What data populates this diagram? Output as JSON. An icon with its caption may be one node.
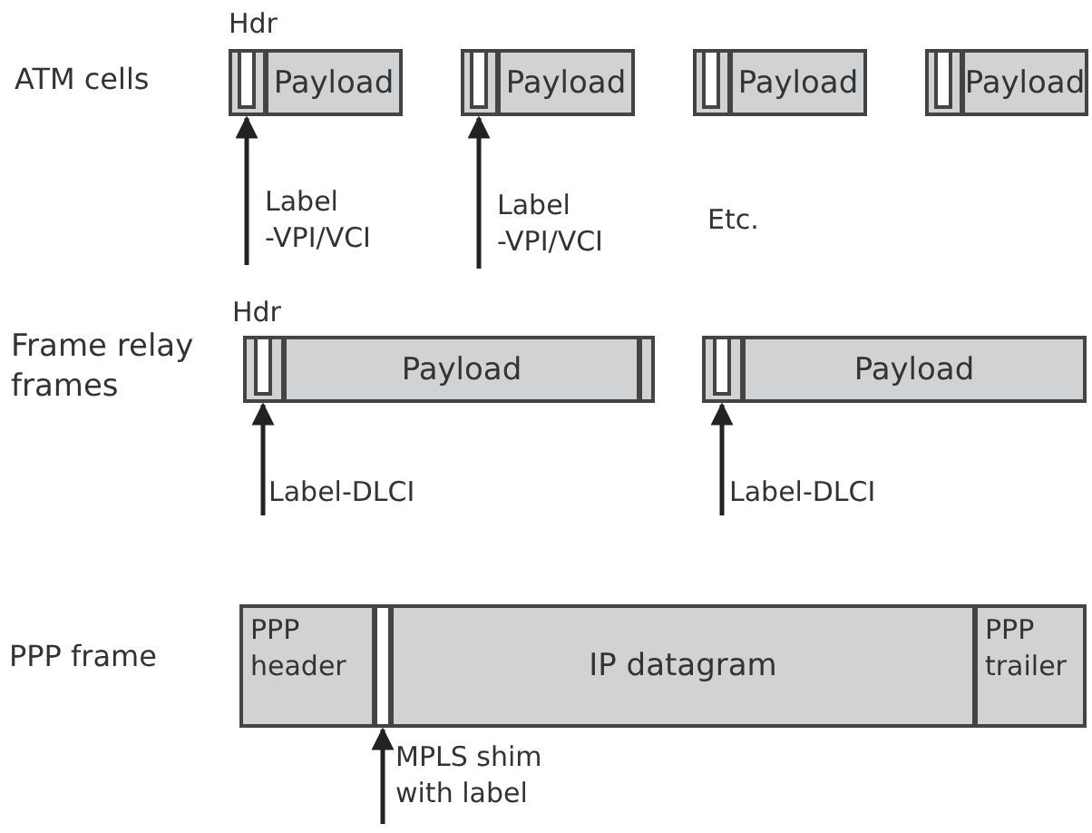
{
  "diagram": {
    "nodes": [
      {
        "text": [],
        "shape": "bar"
      },
      {
        "text": [
          "Payload"
        ]
      },
      {
        "text": [],
        "shape": "bar"
      },
      {
        "text": [
          "Payload"
        ]
      },
      {
        "text": [],
        "shape": "bar"
      },
      {
        "text": [
          "Payload"
        ]
      },
      {
        "text": [],
        "shape": "bar"
      },
      {
        "text": [
          "Payload"
        ]
      },
      {
        "text": [
          "Label -VPI/VCI"
        ]
      },
      {
        "text": [
          "Label -VPI/VCI"
        ]
      },
      {
        "text": [],
        "shape": "bar"
      },
      {
        "text": [
          "Payload"
        ]
      },
      {
        "text": [],
        "shape": "bar"
      },
      {
        "text": [],
        "shape": "bar"
      },
      {
        "text": [
          "Payload"
        ]
      },
      {
        "text": [
          "Label-DLCI"
        ]
      },
      {
        "text": [
          "Label-DLCI"
        ]
      },
      {
        "text": [
          "PPP header"
        ]
      },
      {
        "text": [],
        "shape": "bar"
      },
      {
        "text": [
          "IP datagram"
        ]
      },
      {
        "text": [
          "PPP trailer"
        ]
      },
      {
        "text": [
          "MPLS shim with label"
        ]
      }
    ],
    "edges": [
      {
        "from": 8,
        "to": 0,
        "arrow": "to"
      },
      {
        "from": 9,
        "to": 2,
        "arrow": "to"
      },
      {
        "from": 15,
        "to": 10,
        "arrow": "to"
      },
      {
        "from": 16,
        "to": 13,
        "arrow": "to"
      },
      {
        "from": 21,
        "to": 18,
        "arrow": "to"
      }
    ],
    "labels": [
      "Hdr",
      "ATM cells",
      "Etc.",
      "Hdr",
      "Frame relay frames",
      "PPP frame"
    ]
  }
}
